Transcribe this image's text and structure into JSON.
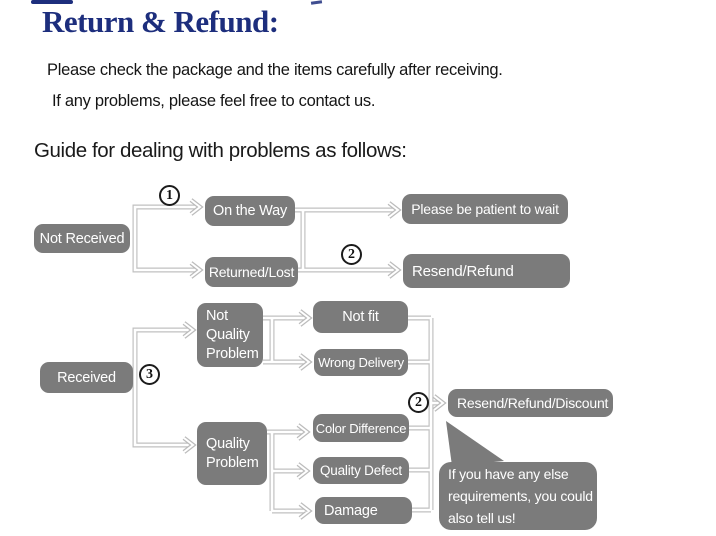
{
  "colors": {
    "title_navy": "#1d2e7d",
    "box_gray": "#7b7b7b",
    "line_gray": "#c1c1c1"
  },
  "header": {
    "title": "Return & Refund:",
    "intro_line1": "Please check the package and the items carefully after receiving.",
    "intro_line2": "If any problems, please feel free to contact us.",
    "guide_heading": "Guide for dealing with problems as follows:"
  },
  "flowchart": {
    "markers": {
      "step1": "1",
      "step2_top": "2",
      "step3": "3",
      "step2_bottom": "2"
    },
    "boxes": {
      "not_received": "Not Received",
      "on_the_way": "On the Way",
      "returned_lost": "Returned/Lost",
      "please_wait": "Please be patient to wait",
      "resend_refund": "Resend/Refund",
      "received": "Received",
      "not_quality_problem": "Not\nQuality\nProblem",
      "not_fit": "Not fit",
      "wrong_delivery": "Wrong Delivery",
      "quality_problem": "Quality\nProblem",
      "color_difference": "Color Difference",
      "quality_defect": "Quality Defect",
      "damage": "Damage",
      "resend_refund_discount": "Resend/Refund/Discount",
      "bubble_note": "If you have any else\nrequirements, you could\nalso tell us!"
    }
  }
}
